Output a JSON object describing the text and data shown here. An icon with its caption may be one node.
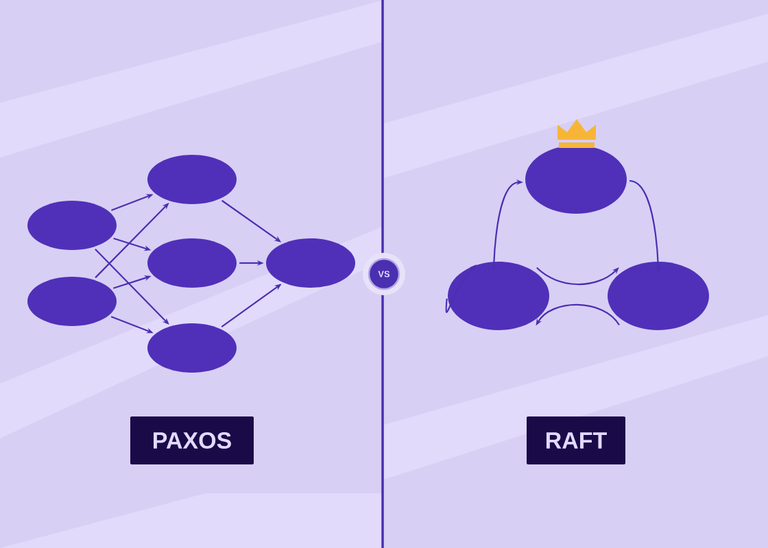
{
  "diagram": {
    "nodes": [
      {
        "text": [],
        "shape": "ellipse"
      },
      {
        "text": [],
        "shape": "ellipse"
      },
      {
        "text": [],
        "shape": "ellipse"
      },
      {
        "text": [],
        "shape": "ellipse"
      },
      {
        "text": [],
        "shape": "ellipse"
      },
      {
        "text": [],
        "shape": "ellipse"
      },
      {
        "text": [
          "VS"
        ]
      },
      {
        "text": [],
        "shape": "ellipse"
      },
      {
        "text": [],
        "shape": "ellipse"
      },
      {
        "text": [],
        "shape": "ellipse"
      },
      {
        "text": [
          "PAXOS"
        ]
      },
      {
        "text": [
          "RAFT"
        ]
      }
    ],
    "edges": [
      {
        "from": 0,
        "to": 2,
        "arrow": "to"
      },
      {
        "from": 0,
        "to": 3,
        "arrow": "to"
      },
      {
        "from": 0,
        "to": 4,
        "arrow": "to"
      },
      {
        "from": 1,
        "to": 2,
        "arrow": "to"
      },
      {
        "from": 1,
        "to": 3,
        "arrow": "to"
      },
      {
        "from": 1,
        "to": 4,
        "arrow": "to"
      },
      {
        "from": 2,
        "to": 5,
        "arrow": "to"
      },
      {
        "from": 3,
        "to": 5,
        "arrow": "to"
      },
      {
        "from": 4,
        "to": 5,
        "arrow": "to"
      },
      {
        "from": 8,
        "to": 8,
        "arrow": "to"
      },
      {
        "from": 8,
        "to": 7,
        "arrow": "to"
      },
      {
        "from": 7,
        "to": 9,
        "arrow": "to"
      },
      {
        "from": 8,
        "to": 9,
        "arrow": "to"
      },
      {
        "from": 9,
        "to": 8,
        "arrow": "to"
      }
    ]
  }
}
